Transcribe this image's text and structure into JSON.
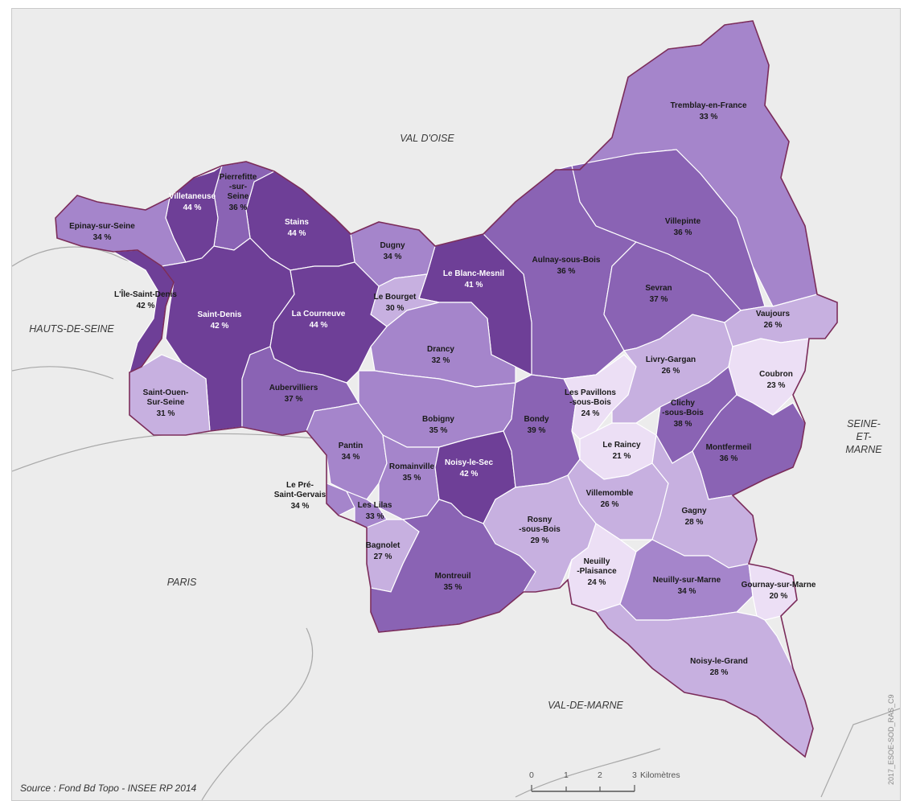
{
  "colors": {
    "very_light": "#ecdff5",
    "light": "#c7b0e0",
    "medium": "#a585cb",
    "dark": "#8a63b4",
    "darkest": "#6e3f97",
    "background": "#ececec",
    "outline": "#7a2b5a"
  },
  "communes": [
    {
      "id": "tremblay",
      "name": "Tremblay-en-France",
      "value": "33 %",
      "shade": "medium"
    },
    {
      "id": "villepinte",
      "name": "Villepinte",
      "value": "36 %",
      "shade": "dark"
    },
    {
      "id": "aulnay",
      "name": "Aulnay-sous-Bois",
      "value": "36 %",
      "shade": "dark"
    },
    {
      "id": "sevran",
      "name": "Sevran",
      "value": "37 %",
      "shade": "dark"
    },
    {
      "id": "blancmesnil",
      "name": "Le Blanc-Mesnil",
      "value": "41 %",
      "shade": "darkest"
    },
    {
      "id": "dugny",
      "name": "Dugny",
      "value": "34 %",
      "shade": "medium"
    },
    {
      "id": "bourget",
      "name": "Le Bourget",
      "value": "30 %",
      "shade": "light"
    },
    {
      "id": "drancy",
      "name": "Drancy",
      "value": "32 %",
      "shade": "medium"
    },
    {
      "id": "stains",
      "name": "Stains",
      "value": "44 %",
      "shade": "darkest"
    },
    {
      "id": "pierrefitte",
      "name": "Pierrefitte-sur-Seine",
      "value": "36 %",
      "shade": "dark"
    },
    {
      "id": "villetaneuse",
      "name": "Villetaneuse",
      "value": "44 %",
      "shade": "darkest"
    },
    {
      "id": "epinay",
      "name": "Epinay-sur-Seine",
      "value": "34 %",
      "shade": "medium"
    },
    {
      "id": "ileStDenis",
      "name": "L'Île-Saint-Denis",
      "value": "42 %",
      "shade": "darkest"
    },
    {
      "id": "stdenis",
      "name": "Saint-Denis",
      "value": "42 %",
      "shade": "darkest"
    },
    {
      "id": "courneuve",
      "name": "La Courneuve",
      "value": "44 %",
      "shade": "darkest"
    },
    {
      "id": "stouen",
      "name": "Saint-Ouen-Sur-Seine",
      "value": "31 %",
      "shade": "light"
    },
    {
      "id": "aubervilliers",
      "name": "Aubervilliers",
      "value": "37 %",
      "shade": "dark"
    },
    {
      "id": "bobigny",
      "name": "Bobigny",
      "value": "35 %",
      "shade": "medium"
    },
    {
      "id": "pantin",
      "name": "Pantin",
      "value": "34 %",
      "shade": "medium"
    },
    {
      "id": "romainville",
      "name": "Romainville",
      "value": "35 %",
      "shade": "medium"
    },
    {
      "id": "noisylesec",
      "name": "Noisy-le-Sec",
      "value": "42 %",
      "shade": "darkest"
    },
    {
      "id": "bondy",
      "name": "Bondy",
      "value": "39 %",
      "shade": "dark"
    },
    {
      "id": "preStGervais",
      "name": "Le Pré-Saint-Gervais",
      "value": "34 %",
      "shade": "medium"
    },
    {
      "id": "lilas",
      "name": "Les Lilas",
      "value": "33 %",
      "shade": "medium"
    },
    {
      "id": "bagnolet",
      "name": "Bagnolet",
      "value": "27 %",
      "shade": "light"
    },
    {
      "id": "montreuil",
      "name": "Montreuil",
      "value": "35 %",
      "shade": "dark"
    },
    {
      "id": "rosny",
      "name": "Rosny-sous-Bois",
      "value": "29 %",
      "shade": "light"
    },
    {
      "id": "pavillons",
      "name": "Les Pavillons-sous-Bois",
      "value": "24 %",
      "shade": "very_light"
    },
    {
      "id": "raincy",
      "name": "Le Raincy",
      "value": "21 %",
      "shade": "very_light"
    },
    {
      "id": "livry",
      "name": "Livry-Gargan",
      "value": "26 %",
      "shade": "light"
    },
    {
      "id": "vaujours",
      "name": "Vaujours",
      "value": "26 %",
      "shade": "light"
    },
    {
      "id": "coubron",
      "name": "Coubron",
      "value": "23 %",
      "shade": "very_light"
    },
    {
      "id": "clichy",
      "name": "Clichy-sous-Bois",
      "value": "38 %",
      "shade": "dark"
    },
    {
      "id": "montfermeil",
      "name": "Montfermeil",
      "value": "36 %",
      "shade": "dark"
    },
    {
      "id": "villemomble",
      "name": "Villemomble",
      "value": "26 %",
      "shade": "light"
    },
    {
      "id": "gagny",
      "name": "Gagny",
      "value": "28 %",
      "shade": "light"
    },
    {
      "id": "neuillyPlaisance",
      "name": "Neuilly-Plaisance",
      "value": "24 %",
      "shade": "very_light"
    },
    {
      "id": "neuillyMarne",
      "name": "Neuilly-sur-Marne",
      "value": "34 %",
      "shade": "medium"
    },
    {
      "id": "gournay",
      "name": "Gournay-sur-Marne",
      "value": "20 %",
      "shade": "very_light"
    },
    {
      "id": "noisygrand",
      "name": "Noisy-le-Grand",
      "value": "28 %",
      "shade": "light"
    }
  ],
  "regions": {
    "val_doise": "VAL D'OISE",
    "hauts_de_seine": "HAUTS-DE-SEINE",
    "paris": "PARIS",
    "val_de_marne": "VAL-DE-MARNE",
    "seine_et_marne": "SEINE-ET-MARNE"
  },
  "source": "Source : Fond Bd Topo - INSEE RP 2014",
  "scale": {
    "ticks": [
      "0",
      "1",
      "2",
      "3"
    ],
    "unit": "Kilomètres"
  },
  "map_code": "2017_ESOE-SOD_RAS_C9"
}
